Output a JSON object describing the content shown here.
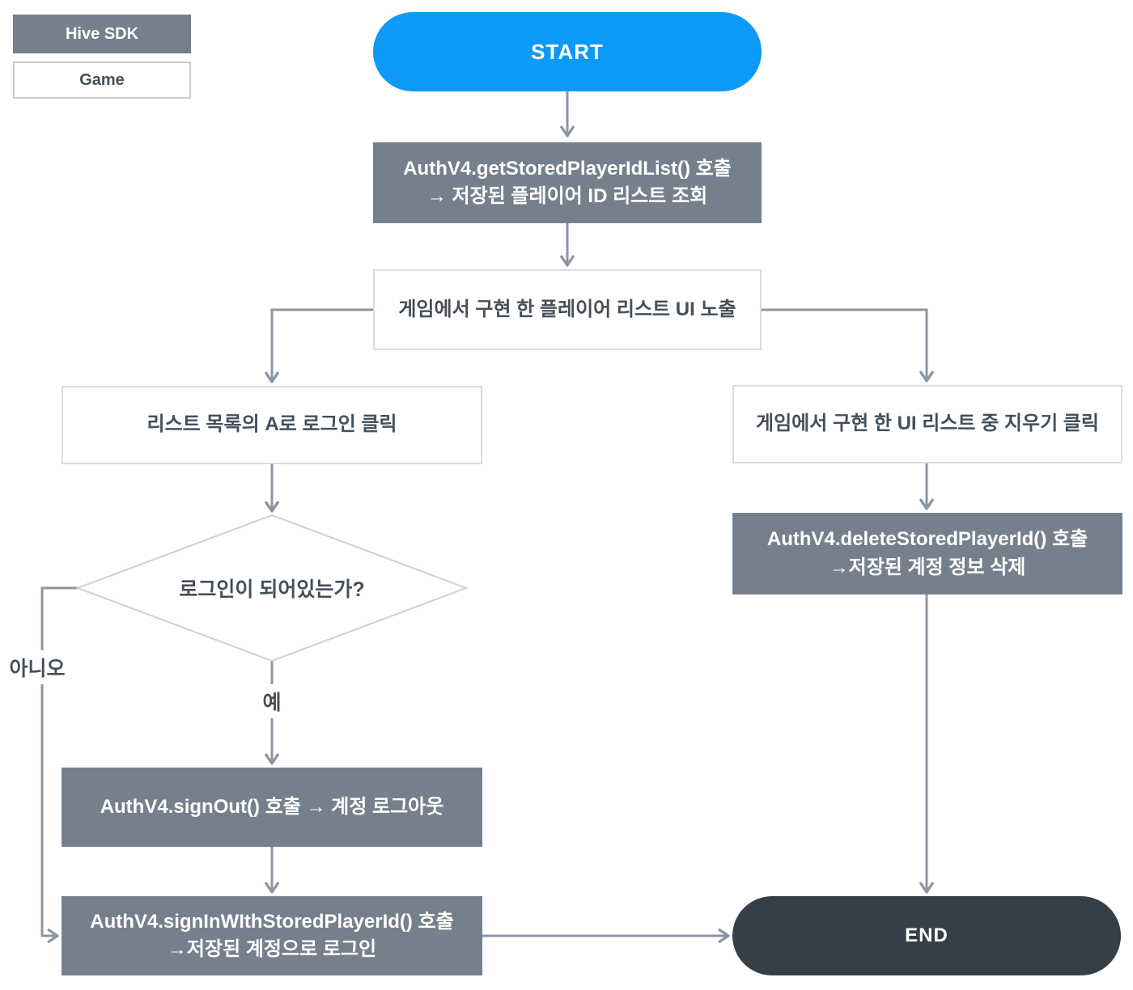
{
  "legend": {
    "hive_sdk": "Hive SDK",
    "game": "Game"
  },
  "nodes": {
    "start": "START",
    "get_list_line1": "AuthV4.getStoredPlayerIdList() 호출",
    "get_list_line2": "→ 저장된 플레이어 ID 리스트 조회",
    "show_ui": "게임에서 구현 한 플레이어 리스트 UI 노출",
    "login_click": "리스트 목록의 A로 로그인 클릭",
    "is_logged_in": "로그인이 되어있는가?",
    "sign_out": "AuthV4.signOut() 호출 → 계정 로그아웃",
    "sign_in_line1": "AuthV4.signInWIthStoredPlayerId() 호출",
    "sign_in_line2": "→저장된 계정으로 로그인",
    "delete_click": "게임에서 구현 한 UI 리스트 중 지우기 클릭",
    "delete_stored_line1": "AuthV4.deleteStoredPlayerId() 호출",
    "delete_stored_line2": "→저장된 계정 정보 삭제",
    "end": "END"
  },
  "edge_labels": {
    "no": "아니오",
    "yes": "예"
  },
  "colors": {
    "start_blue": "#0d99f6",
    "sdk_node_gray": "#76808d",
    "end_dark": "#343f49",
    "connector_gray": "#8c96a2",
    "white_node_border": "#d9dce0",
    "diamond_border": "#cdd1d6",
    "dark_text": "#454f5b"
  }
}
